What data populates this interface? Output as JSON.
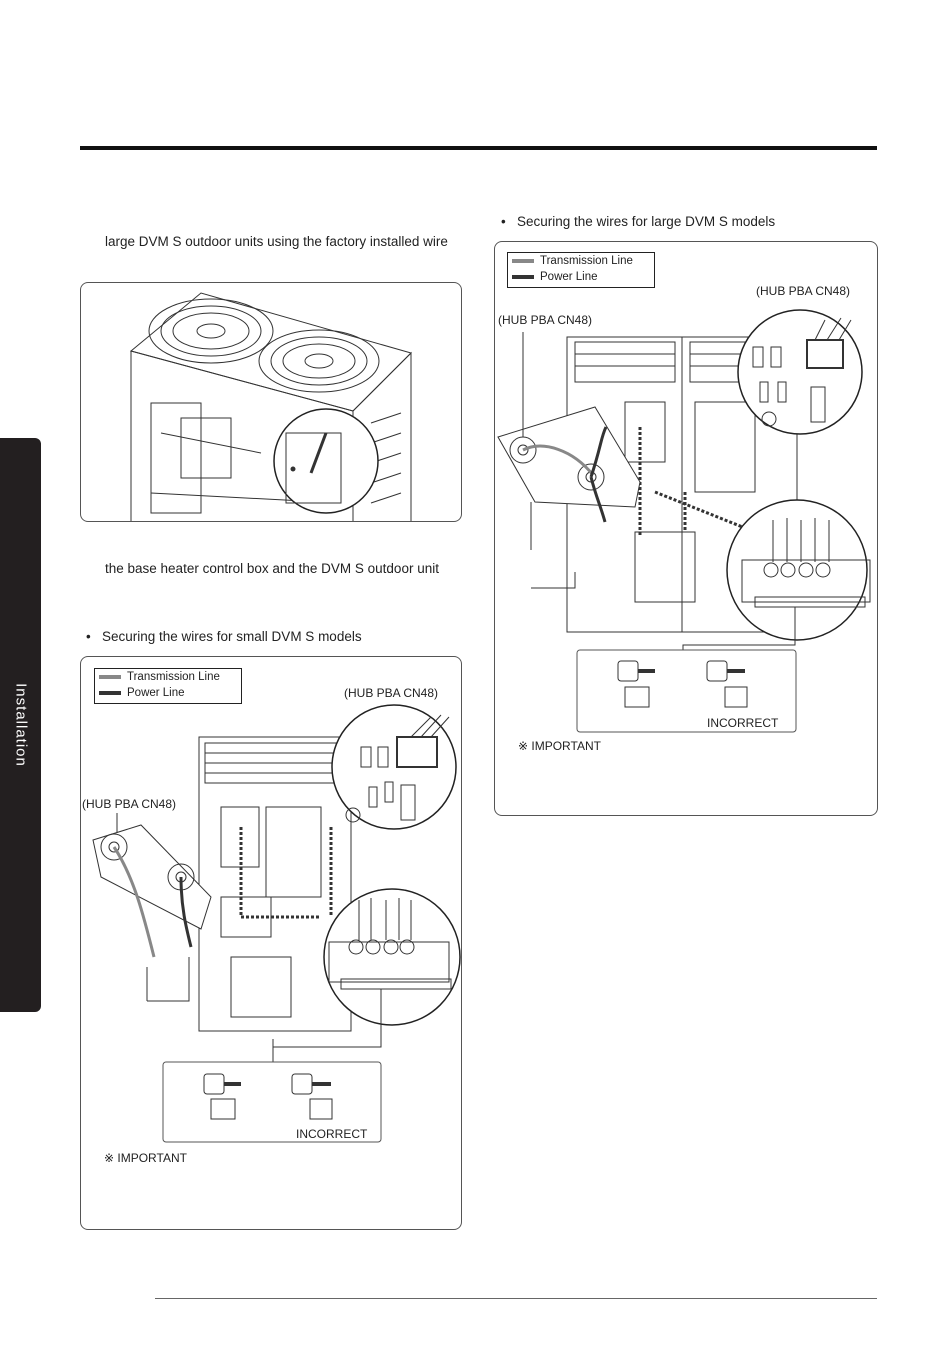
{
  "side_tab": {
    "label": "Installation"
  },
  "left": {
    "intro_text": "large DVM S outdoor units using the factory installed wire",
    "middle_text": "the base heater control box and the DVM S outdoor unit",
    "bullet_small": "Securing the wires for small DVM S models",
    "panel_small": {
      "legend": {
        "transmission": "Transmission Line",
        "power": "Power Line"
      },
      "hub_label_top": "(HUB PBA CN48)",
      "hub_label_left": "(HUB PBA CN48)",
      "incorrect": "INCORRECT",
      "important": "※ IMPORTANT"
    }
  },
  "right": {
    "bullet_large": "Securing the wires for large DVM S models",
    "panel_large": {
      "legend": {
        "transmission": "Transmission Line",
        "power": "Power Line"
      },
      "hub_label_top": "(HUB PBA CN48)",
      "hub_label_left": "(HUB PBA CN48)",
      "incorrect": "INCORRECT",
      "important": "※ IMPORTANT"
    }
  },
  "colors": {
    "transmission": "#888888",
    "power": "#333333",
    "tab": "#231f20"
  }
}
